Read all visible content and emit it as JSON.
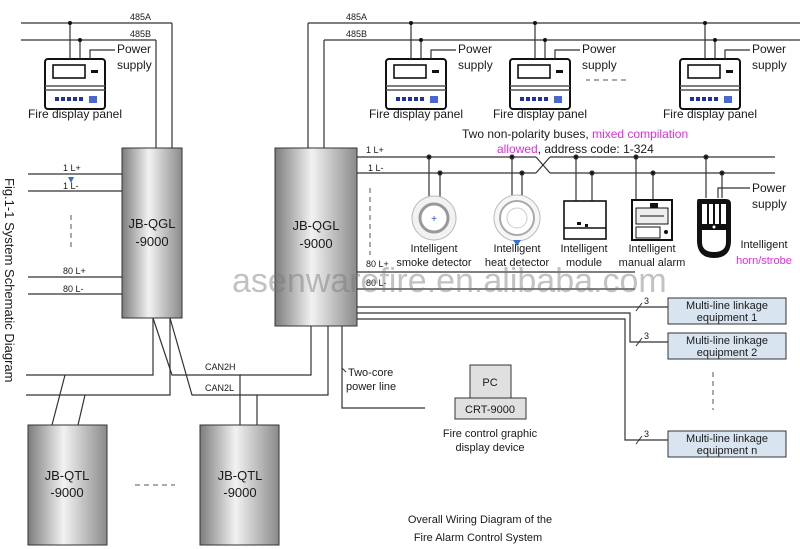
{
  "side_caption": "Fig.1-1 System Schematic Diagram",
  "bus_labels": {
    "a": "485A",
    "b": "485B"
  },
  "fire_display_panel": {
    "label": "Fire display panel",
    "power_label_1": "Power",
    "power_label_2": "supply"
  },
  "controller_main": {
    "line1": "JB-QGL",
    "line2": "-9000"
  },
  "controller_sub": {
    "line1": "JB-QTL",
    "line2": "-9000"
  },
  "loop_labels": {
    "l1p": "1 L+",
    "l1m": "1 L-",
    "l80p": "80 L+",
    "l80m": "80 L-"
  },
  "bus_note": {
    "part1": "Two non-polarity buses, ",
    "part2": "mixed compilation",
    "part3": "allowed",
    "part4": ", address code: 1-324"
  },
  "devices": [
    {
      "name": "Intelligent",
      "sub": "smoke detector"
    },
    {
      "name": "Intelligent",
      "sub": "heat detector"
    },
    {
      "name": "Intelligent",
      "sub": "module"
    },
    {
      "name": "Intelligent",
      "sub": "manual alarm"
    },
    {
      "name": "Intelligent",
      "sub": "horn/strobe"
    }
  ],
  "horn_power": {
    "l1": "Power",
    "l2": "supply"
  },
  "linkage": [
    {
      "l1": "Multi-line linkage",
      "l2": "equipment 1",
      "wires": "3"
    },
    {
      "l1": "Multi-line linkage",
      "l2": "equipment 2",
      "wires": "3"
    },
    {
      "l1": "Multi-line linkage",
      "l2": "equipment n",
      "wires": "3"
    }
  ],
  "can_labels": {
    "h": "CAN2H",
    "l": "CAN2L"
  },
  "power_line": {
    "l1": "Two-core",
    "l2": "power line"
  },
  "pc": {
    "pc": "PC",
    "crt": "CRT-9000",
    "cap1": "Fire control graphic",
    "cap2": "display device"
  },
  "title": {
    "l1": "Overall Wiring Diagram of the",
    "l2": "Fire Alarm Control System"
  },
  "watermark": "asenwarefire.en.alibaba.com",
  "colors": {
    "accent": "#e52ce5",
    "panel_fill": "#d8e4f0",
    "wire": "#333333"
  }
}
